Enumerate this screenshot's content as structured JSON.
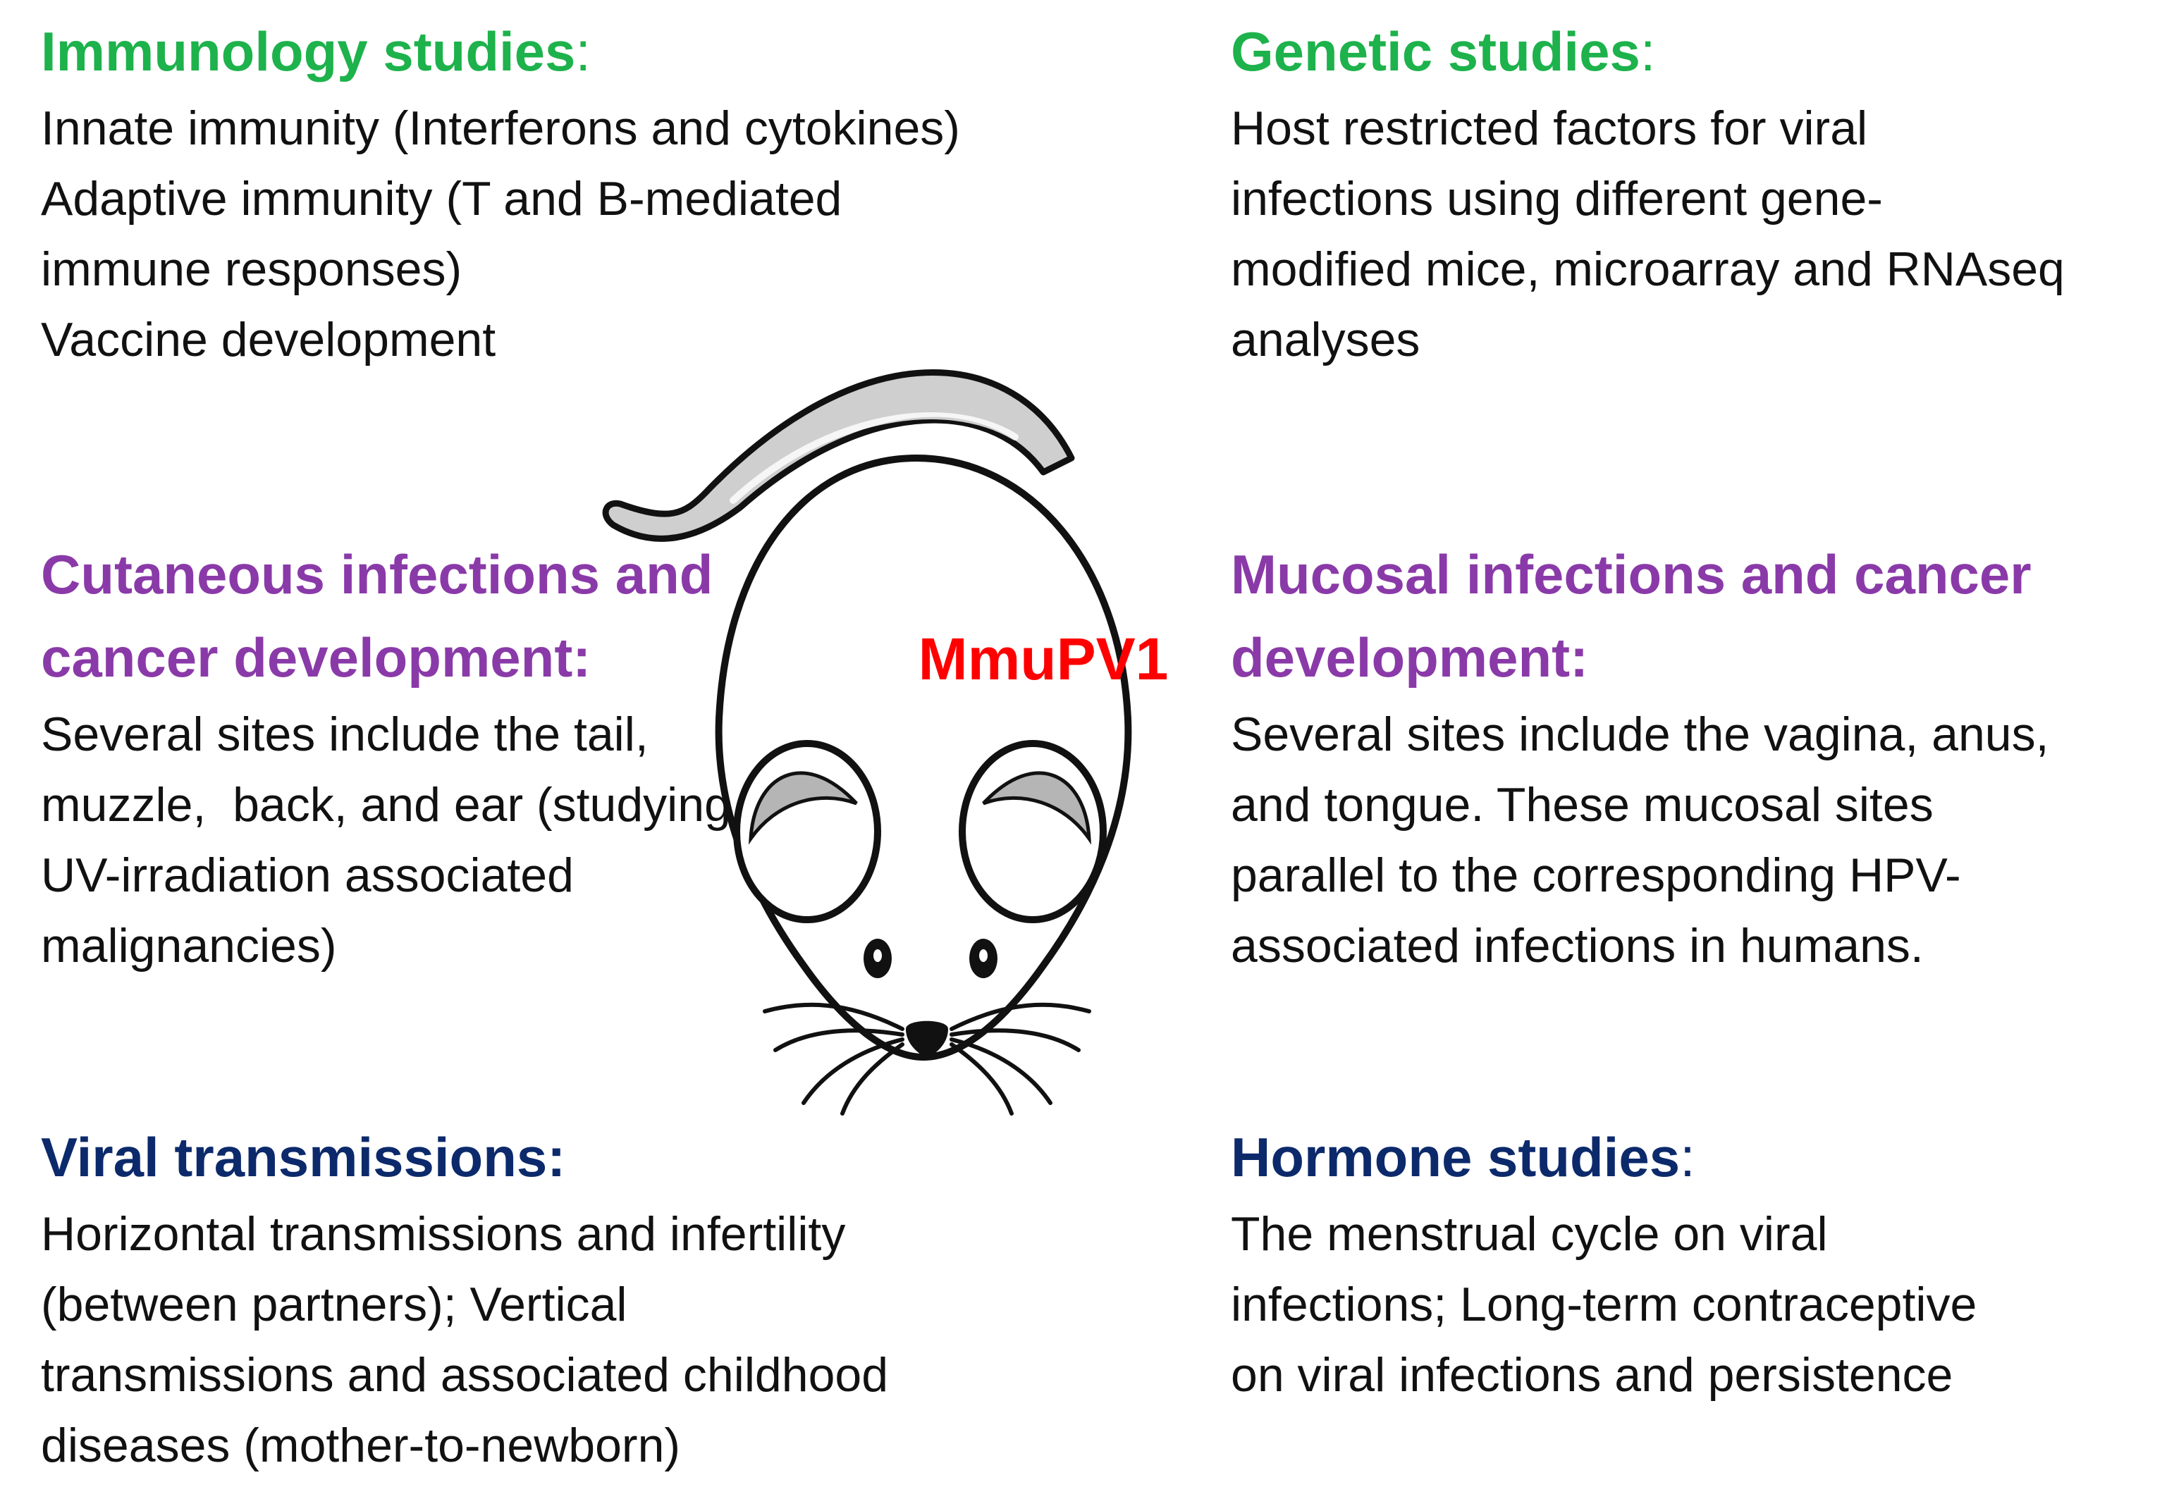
{
  "center_label": "MmuPV1",
  "colors": {
    "green": "#1db24b",
    "purple": "#8a3aa8",
    "navy": "#0c2a6b",
    "center_label": "#ff0000"
  },
  "illustration": "mouse-icon",
  "panels": {
    "immunology": {
      "title": "Immunology studies",
      "lines": [
        "Innate immunity (Interferons and cytokines)",
        "Adaptive immunity (T and B-mediated",
        "immune responses)",
        "Vaccine development"
      ]
    },
    "genetic": {
      "title": "Genetic studies",
      "lines": [
        "Host restricted factors for viral",
        "infections using different gene-",
        "modified mice, microarray and RNAseq",
        "analyses"
      ]
    },
    "cutaneous": {
      "title_lines": [
        "Cutaneous infections and",
        "cancer development:"
      ],
      "lines": [
        "Several sites include the tail,",
        "muzzle,  back, and ear (studying",
        "UV-irradiation associated",
        "malignancies)"
      ]
    },
    "mucosal": {
      "title_lines": [
        "Mucosal infections and cancer",
        "development:"
      ],
      "lines": [
        "Several sites include the vagina, anus,",
        "and tongue. These mucosal sites",
        "parallel to the corresponding HPV-",
        "associated infections in humans."
      ]
    },
    "viral": {
      "title": "Viral transmissions:",
      "lines": [
        "Horizontal transmissions and infertility",
        "(between partners); Vertical",
        "transmissions and associated childhood",
        "diseases (mother-to-newborn)"
      ]
    },
    "hormone": {
      "title": "Hormone studies",
      "lines": [
        "The menstrual cycle on viral",
        "infections; Long-term contraceptive",
        "on viral infections and persistence"
      ]
    }
  }
}
